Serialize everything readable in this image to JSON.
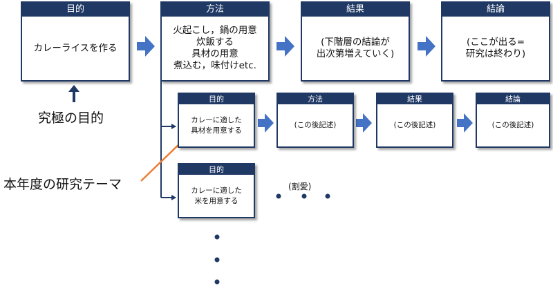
{
  "top_row": [
    {
      "header": "目的",
      "body": "カレーライスを作る"
    },
    {
      "header": "方法",
      "body": "火起こし，鍋の用意\n炊飯する\n具材の用意\n煮込む，味付けetc."
    },
    {
      "header": "結果",
      "body": "(下階層の結論が\n出次第増えていく)"
    },
    {
      "header": "結論",
      "body": "(ここが出る=\n研究は終わり)"
    }
  ],
  "middle_row": [
    {
      "header": "目的",
      "body": "カレーに適した\n具材を用意する"
    },
    {
      "header": "方法",
      "body": "(この後記述)"
    },
    {
      "header": "結果",
      "body": "(この後記述)"
    },
    {
      "header": "結論",
      "body": "(この後記述)"
    }
  ],
  "bottom_box": {
    "header": "目的",
    "body": "カレーに適した\n米を用意する"
  },
  "labels": {
    "ultimate_goal": "究極の目的",
    "this_year_theme": "本年度の研究テーマ",
    "omitted": "(割愛)"
  },
  "colors": {
    "header_fill": "#1f3864",
    "arrow_fill": "#4472c4",
    "highlight_line": "#ed7d31",
    "dots": "#1f3864"
  }
}
